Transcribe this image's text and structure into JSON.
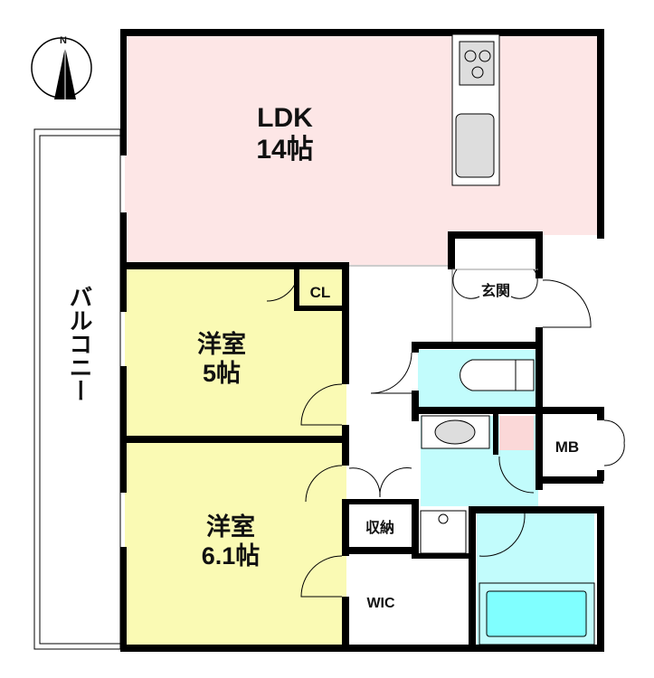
{
  "compass": {
    "north_label": "N"
  },
  "rooms": {
    "ldk": {
      "name": "LDK",
      "size": "14帖"
    },
    "western_room_1": {
      "name": "洋室",
      "size": "5帖"
    },
    "western_room_2": {
      "name": "洋室",
      "size": "6.1帖"
    },
    "balcony": {
      "name": "バルコニー"
    },
    "closet": {
      "name": "CL"
    },
    "entrance": {
      "name": "玄関"
    },
    "meter_box": {
      "name": "MB"
    },
    "storage": {
      "name": "収納"
    },
    "walk_in_closet": {
      "name": "WIC"
    }
  },
  "colors": {
    "ldk": "#fde6e6",
    "western": "#fafab4",
    "wet": "#c2fcfc",
    "tub": "#80ffff",
    "fridge": "#fbd8d8"
  }
}
